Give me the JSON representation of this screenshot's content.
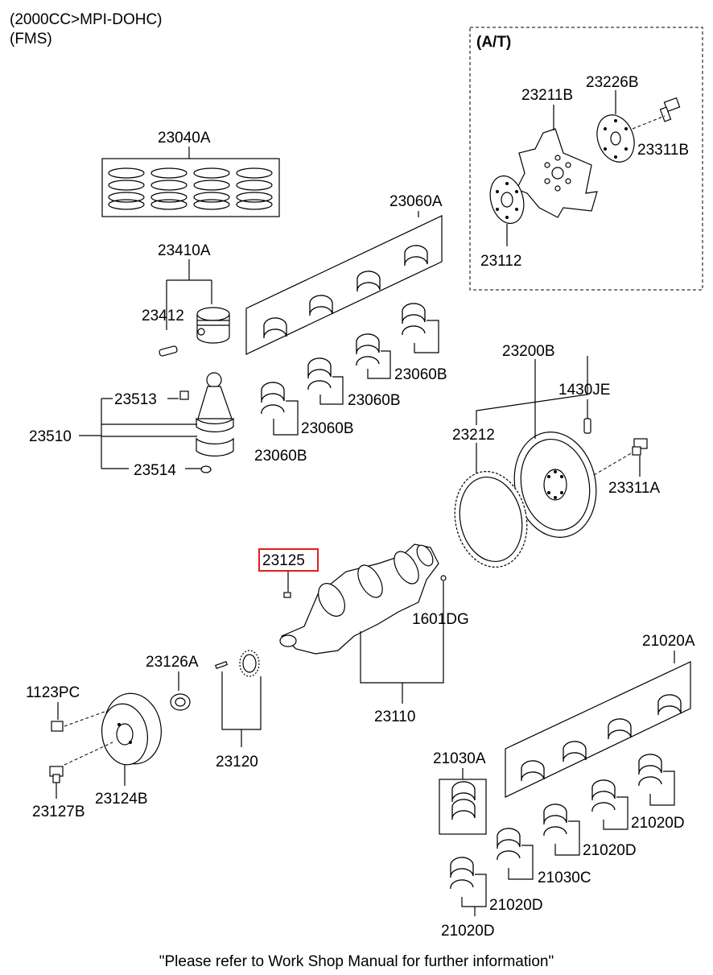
{
  "header": {
    "engine": "(2000CC>MPI-DOHC)",
    "transmission": "(FMS)"
  },
  "inset": {
    "title": "(A/T)"
  },
  "highlighted_part": "23125",
  "highlight_color": "#e0201a",
  "parts": {
    "p23040A": "23040A",
    "p23410A": "23410A",
    "p23412": "23412",
    "p23060A": "23060A",
    "p23060B_1": "23060B",
    "p23060B_2": "23060B",
    "p23060B_3": "23060B",
    "p23060B_4": "23060B",
    "p23513": "23513",
    "p23510": "23510",
    "p23514": "23514",
    "p23211B": "23211B",
    "p23226B": "23226B",
    "p23311B": "23311B",
    "p23112": "23112",
    "p23200B": "23200B",
    "p1430JE": "1430JE",
    "p23212": "23212",
    "p23311A": "23311A",
    "p23125": "23125",
    "p1601DG": "1601DG",
    "p23110": "23110",
    "p23126A": "23126A",
    "p1123PC": "1123PC",
    "p23120": "23120",
    "p23124B": "23124B",
    "p23127B": "23127B",
    "p21020A": "21020A",
    "p21030A": "21030A",
    "p21020D_1": "21020D",
    "p21020D_2": "21020D",
    "p21020D_3": "21020D",
    "p21020D_4": "21020D",
    "p21030C": "21030C"
  },
  "footer": "\"Please refer to Work Shop Manual for further information\""
}
